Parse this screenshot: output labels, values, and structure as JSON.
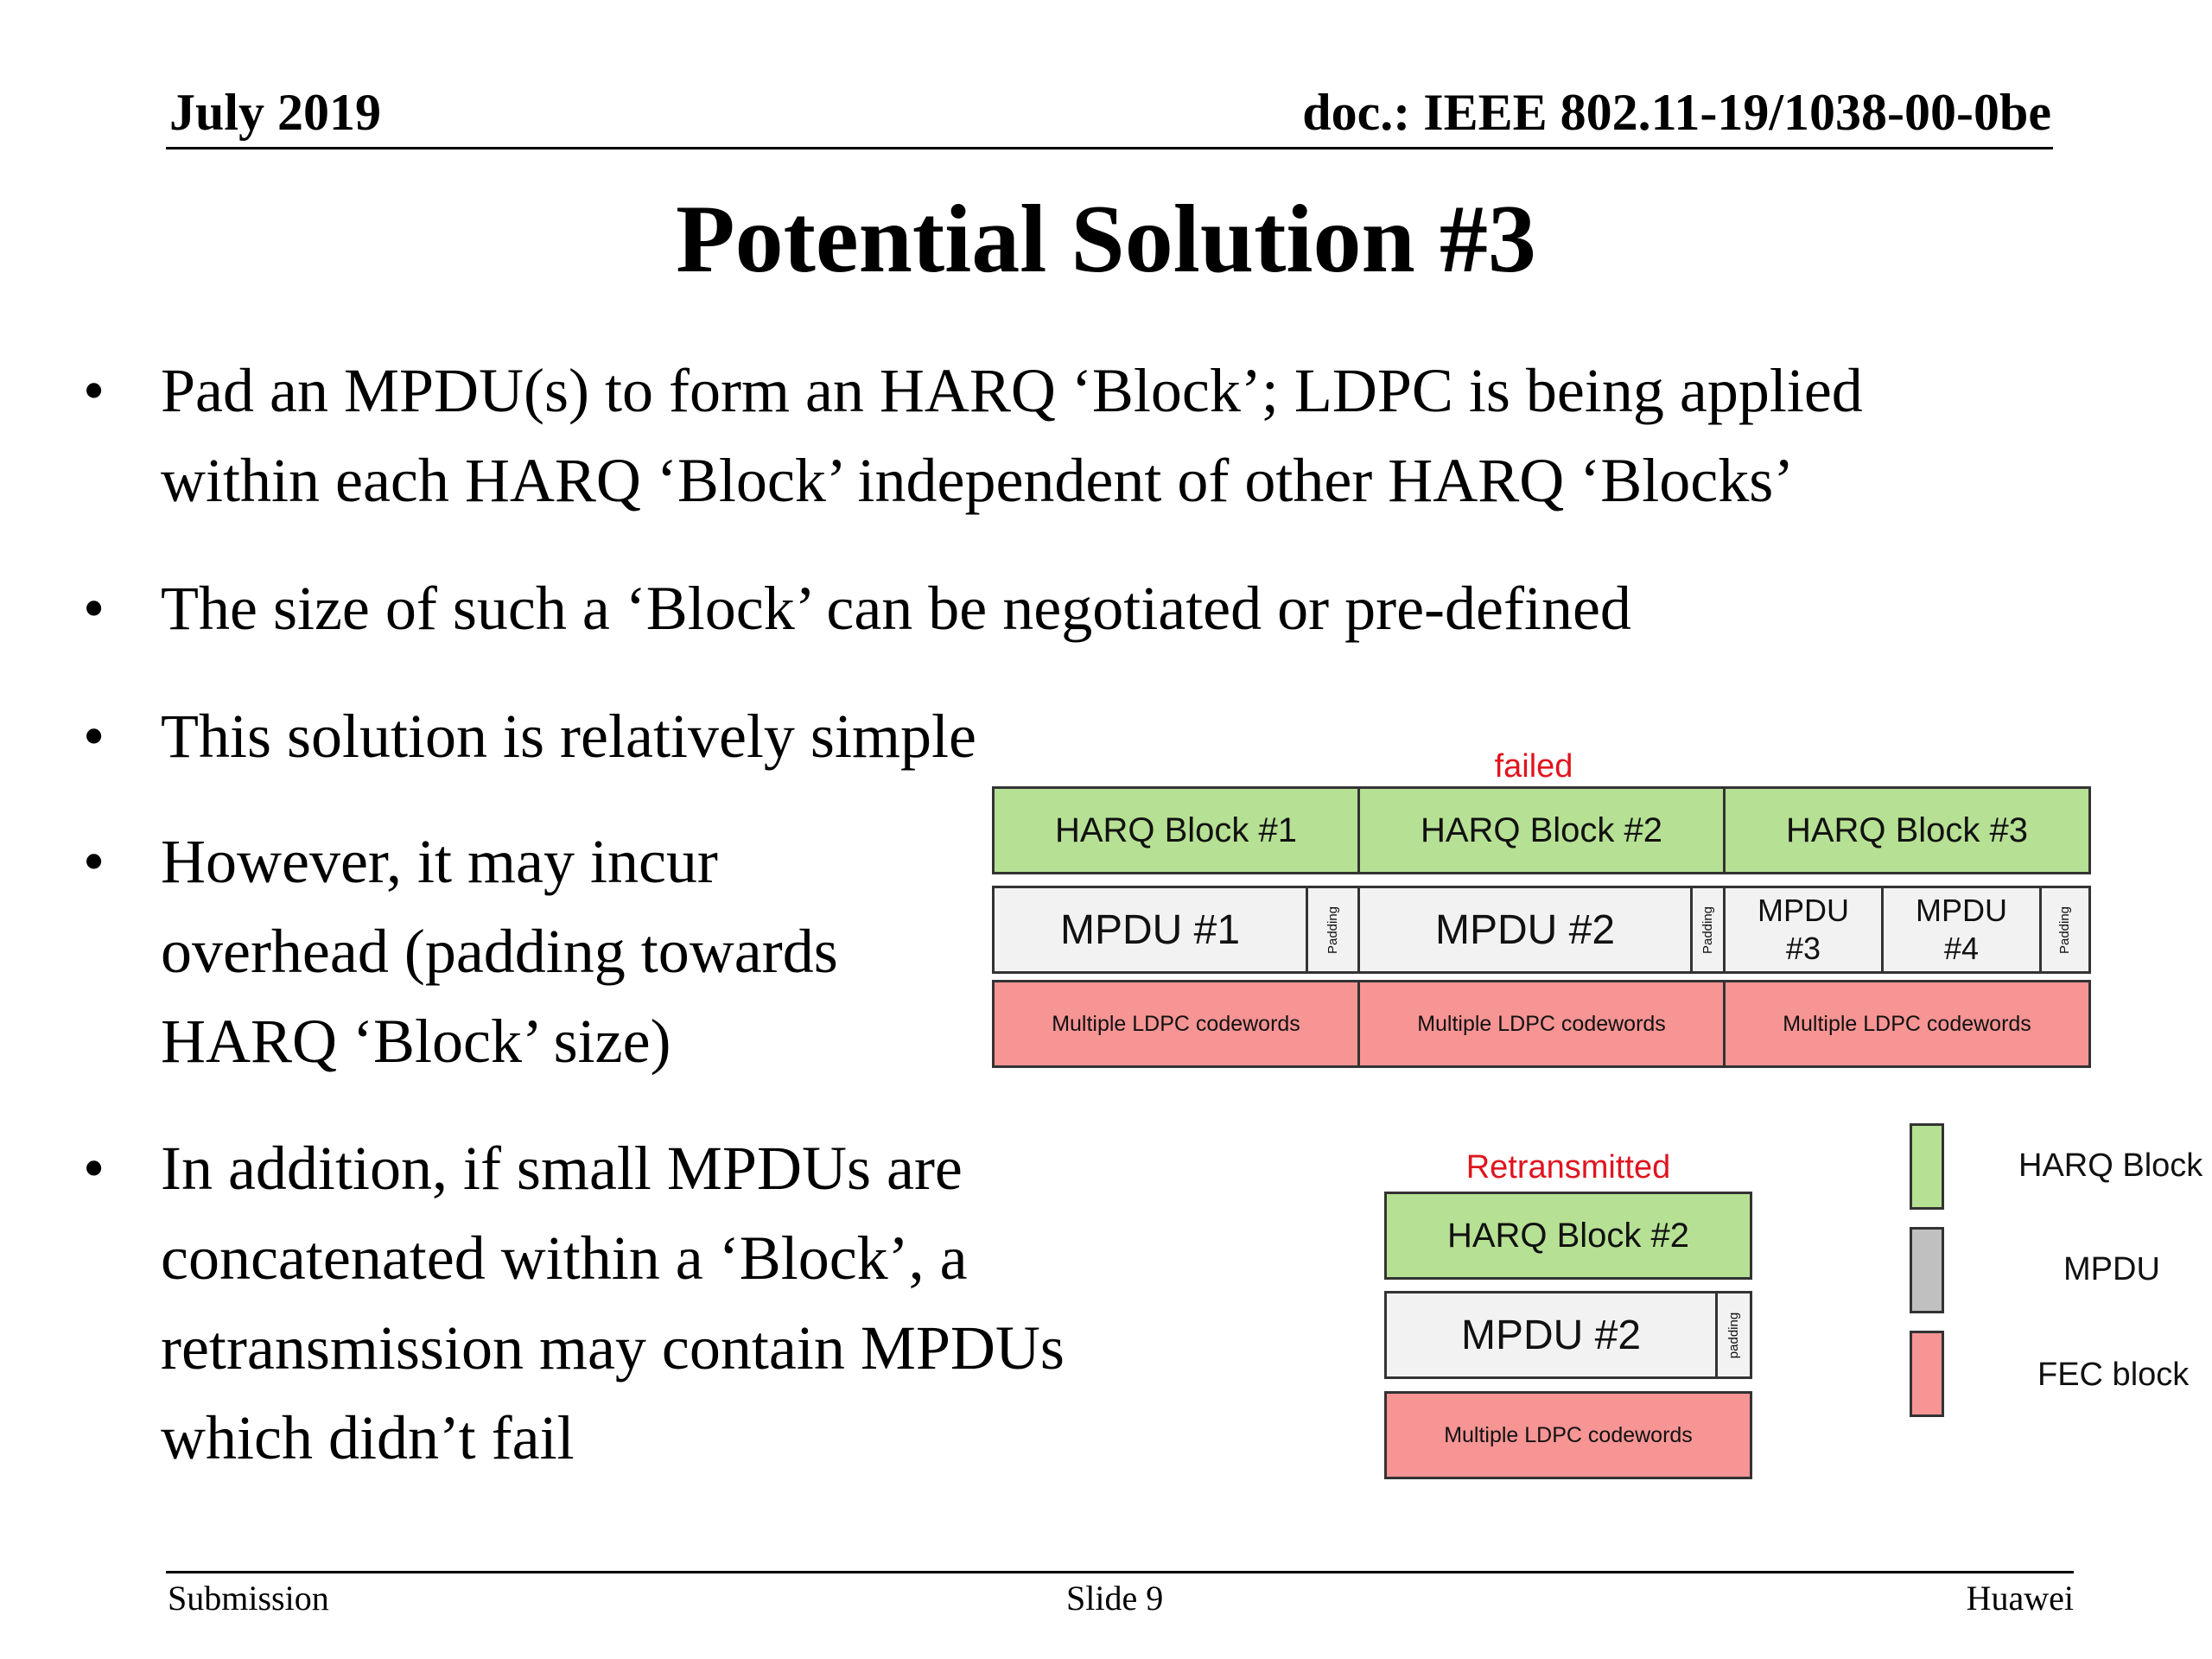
{
  "header": {
    "date": "July 2019",
    "doc": "doc.: IEEE 802.11-19/1038-00-0be"
  },
  "title": "Potential Solution #3",
  "bullets": [
    [
      "Pad an MPDU(s) to form an HARQ ‘Block’; LDPC is being applied",
      "within each HARQ ‘Block’ independent of other HARQ ‘Blocks’"
    ],
    [
      "The size of such a ‘Block’ can be negotiated or pre-defined"
    ],
    [
      "This solution is relatively simple"
    ],
    [
      "However, it may incur",
      "overhead (padding towards",
      "HARQ ‘Block’ size)"
    ],
    [
      "In addition, if small MPDUs are",
      "concatenated within a ‘Block’, a",
      "retransmission may contain MPDUs",
      "which didn’t fail"
    ]
  ],
  "bullet_symbol": "•",
  "diagram": {
    "failed_label": "failed",
    "harq_blocks": [
      "HARQ Block #1",
      "HARQ Block #2",
      "HARQ Block #3"
    ],
    "mpdus": {
      "m1": "MPDU #1",
      "m2": "MPDU #2",
      "m3": [
        "MPDU",
        "#3"
      ],
      "m4": [
        "MPDU",
        "#4"
      ]
    },
    "padding_label": "Padding",
    "ldpc_label": "Multiple LDPC codewords",
    "retransmitted_label": "Retransmitted",
    "retx_harq": "HARQ Block #2",
    "retx_mpdu": "MPDU #2",
    "retx_padding": "padding",
    "retx_ldpc": "Multiple LDPC codewords",
    "legend": [
      {
        "label": "HARQ Block",
        "color": "#b6e093"
      },
      {
        "label": "MPDU",
        "color": "#c0c0c0"
      },
      {
        "label": "FEC block",
        "color": "#f79494"
      }
    ]
  },
  "footer": {
    "left": "Submission",
    "center": "Slide 9",
    "right": "Huawei"
  }
}
